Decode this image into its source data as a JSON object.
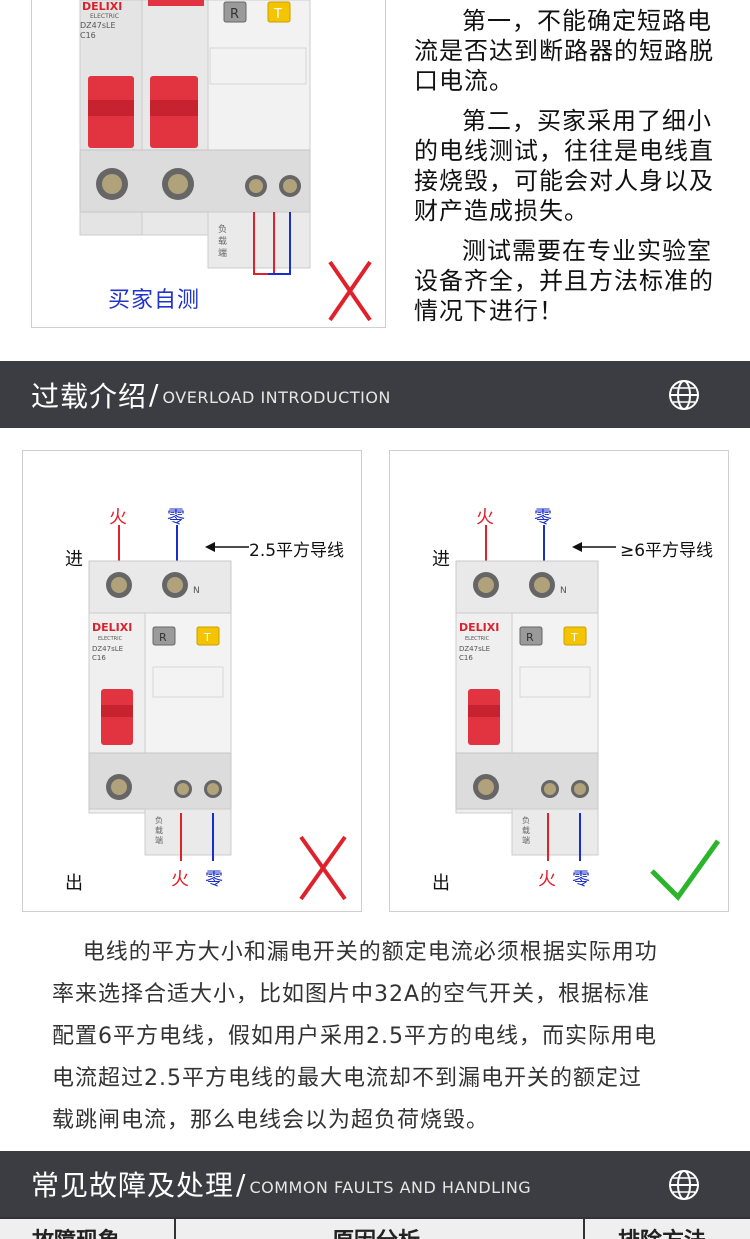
{
  "top": {
    "caption": "买家自测",
    "paragraphs": [
      "第一，不能确定短路电流是否达到断路器的短路脱口电流。",
      "第二，买家采用了细小的电线测试，往往是电线直接烧毁，可能会对人身以及财产造成损失。",
      "测试需要在专业实验室设备齐全，并且方法标准的情况下进行！"
    ],
    "breaker": {
      "brand": "DELIXI",
      "sub": "ELECTRIC",
      "model": "DZ47sLE",
      "rating": "C16",
      "btn_r": "R",
      "btn_t": "T",
      "load_label": "负载端"
    }
  },
  "overload": {
    "title_cn": "过载介绍",
    "slash": "/",
    "title_en": "OVERLOAD INTRODUCTION",
    "left": {
      "fire": "火",
      "zero": "零",
      "in": "进",
      "out": "出",
      "wire": "2.5平方导线",
      "fire_out": "火",
      "zero_out": "零"
    },
    "right": {
      "fire": "火",
      "zero": "零",
      "in": "进",
      "out": "出",
      "wire": "≥6平方导线",
      "fire_out": "火",
      "zero_out": "零"
    },
    "paragraph": [
      "电线的平方大小和漏电开关的额定电流必须根据实际用功",
      "率来选择合适大小，比如图片中32A的空气开关，根据标准",
      "配置6平方电线，假如用户采用2.5平方的电线，而实际用电",
      "电流超过2.5平方电线的最大电流却不到漏电开关的额定过",
      "载跳闸电流，那么电线会以为超负荷烧毁。"
    ]
  },
  "faults": {
    "title_cn": "常见故障及处理",
    "slash": "/",
    "title_en": "COMMON FAULTS AND HANDLING",
    "columns": [
      "故障现象",
      "原因分析",
      "排除方法"
    ]
  },
  "colors": {
    "bar": "#3b3d42",
    "red": "#e0202a",
    "blue": "#1a2ecc",
    "green": "#2bb52b",
    "breaker_red": "#e23340",
    "yellow": "#f5c400"
  }
}
